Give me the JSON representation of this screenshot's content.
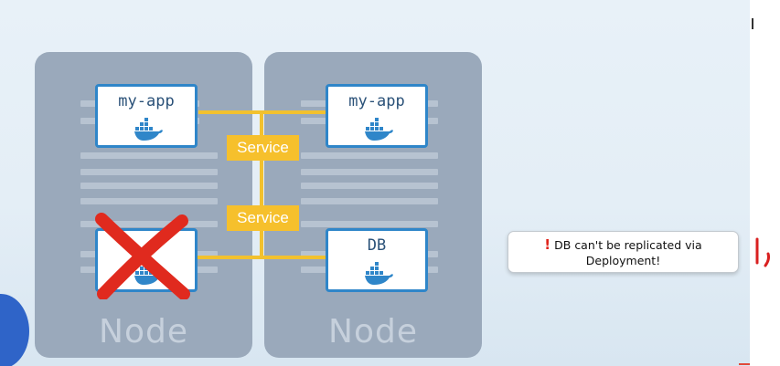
{
  "diagram": {
    "nodes": [
      {
        "label": "Node"
      },
      {
        "label": "Node"
      }
    ],
    "pods": [
      {
        "label": "my-app",
        "icon": "docker-whale-icon",
        "status": "removed"
      },
      {
        "label": "my-app",
        "icon": "docker-whale-icon"
      },
      {
        "label": "",
        "icon": "docker-whale-icon",
        "status": "crossed-out"
      },
      {
        "label": "DB",
        "icon": "docker-whale-icon"
      }
    ],
    "services": [
      {
        "label": "Service"
      },
      {
        "label": "Service"
      }
    ],
    "callout": {
      "icon": "exclamation-icon",
      "bang": "!",
      "text": "DB can't be replicated via Deployment!"
    },
    "handwriting": "1,"
  },
  "colors": {
    "pod_border": "#2f86c9",
    "service": "#f6c02c",
    "node": "#9aa9bb",
    "cross": "#e02a1e"
  }
}
